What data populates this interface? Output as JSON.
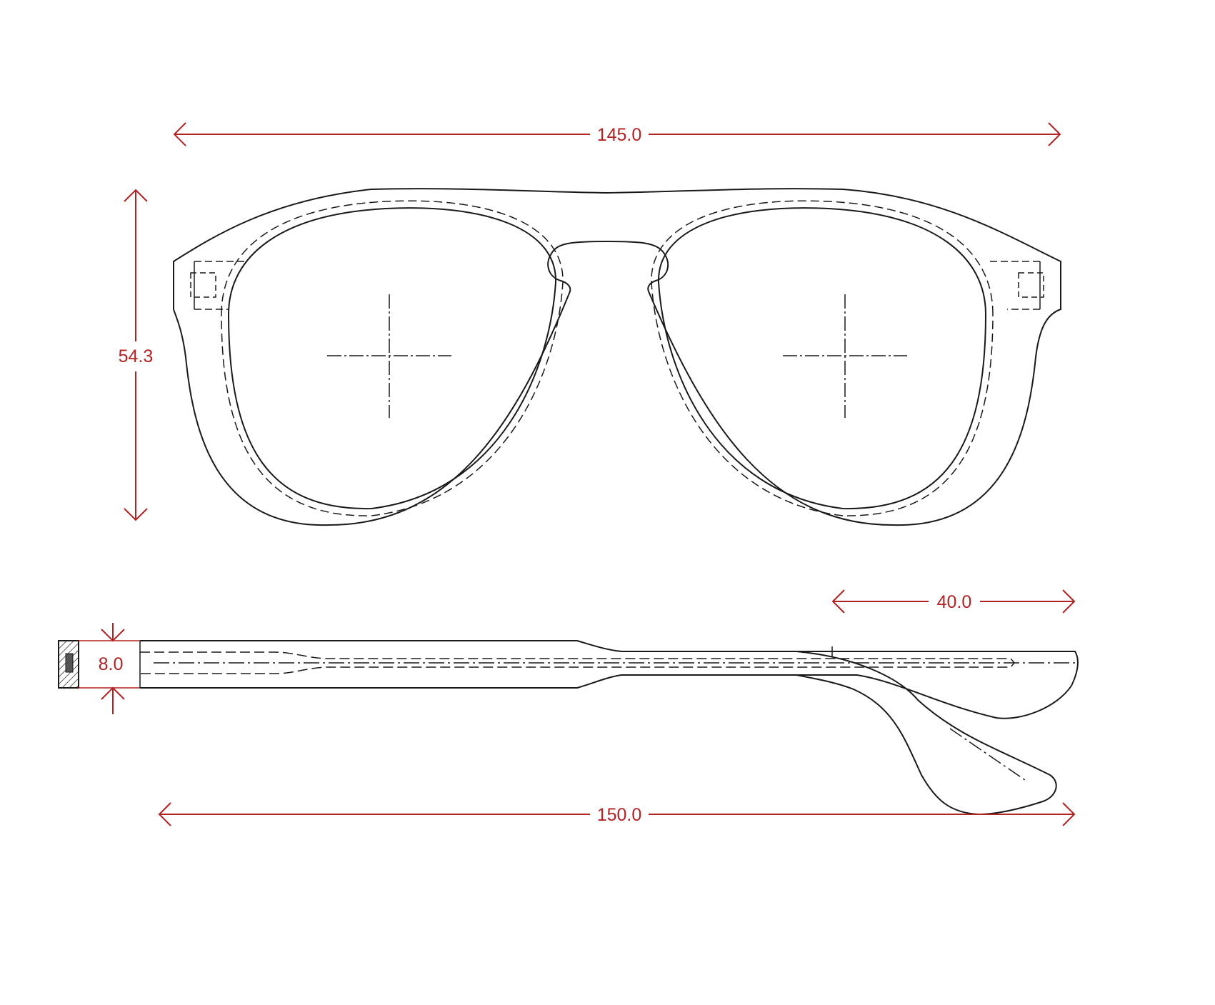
{
  "colors": {
    "outline": "#1a1a1a",
    "dimension": "#b22222",
    "background": "#ffffff",
    "hinge_core": "#555555"
  },
  "dimensions": {
    "total_width": "145.0",
    "frame_height": "54.3",
    "temple_thickness": "8.0",
    "temple_bend": "40.0",
    "temple_length": "150.0"
  }
}
